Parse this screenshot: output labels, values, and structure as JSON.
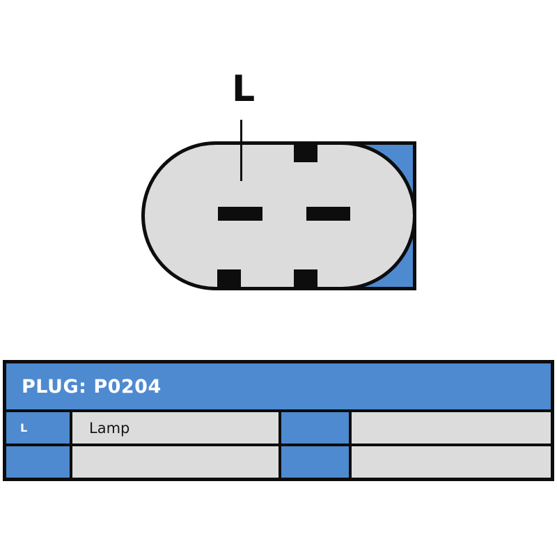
{
  "colors": {
    "accent-blue": "#4E8AD0",
    "connector-gray": "#DCDCDC",
    "cell-gray": "#DCDCDC",
    "line-black": "#0D0D0D",
    "page-bg": "#FFFFFF"
  },
  "diagram": {
    "pin_label": "L"
  },
  "table": {
    "header": "PLUG: P0204",
    "rows": [
      {
        "pin": "L",
        "description": "Lamp",
        "col3": "",
        "col4": ""
      },
      {
        "pin": "",
        "description": "",
        "col3": "",
        "col4": ""
      }
    ]
  }
}
